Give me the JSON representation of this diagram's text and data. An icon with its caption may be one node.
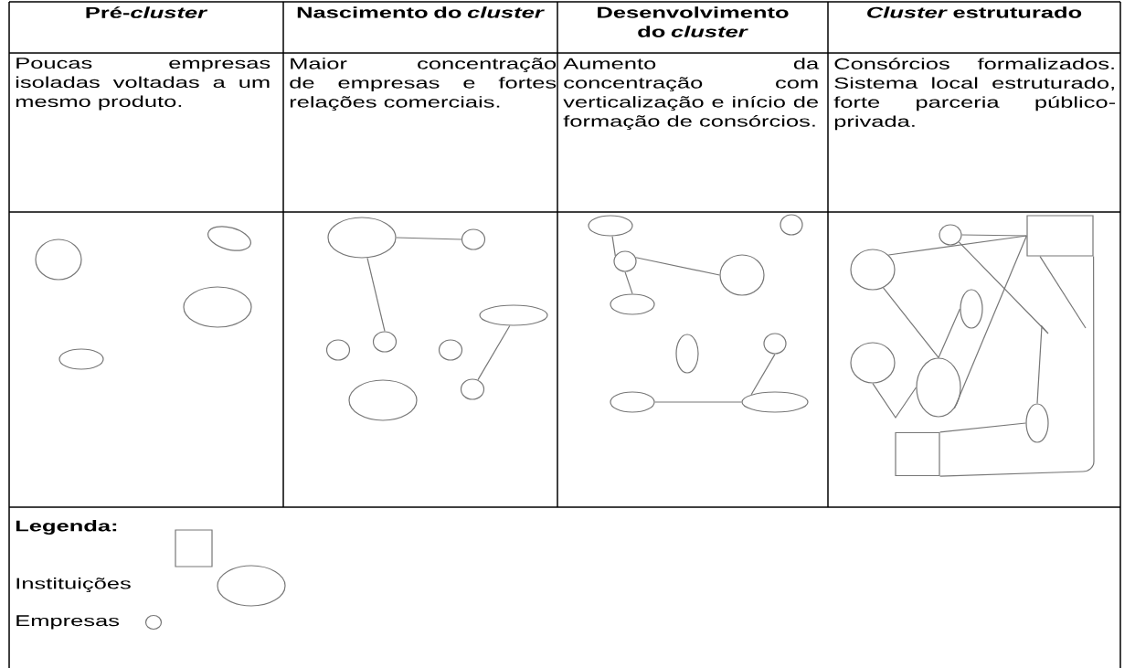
{
  "diagram": {
    "nodes": [
      {
        "text": [],
        "shape": "circle"
      },
      {
        "text": [],
        "shape": "ellipse"
      },
      {
        "text": [],
        "shape": "ellipse"
      },
      {
        "text": [],
        "shape": "ellipse"
      },
      {
        "text": [],
        "shape": "ellipse"
      },
      {
        "text": [],
        "shape": "circle"
      },
      {
        "text": [],
        "shape": "ellipse"
      },
      {
        "text": [],
        "shape": "circle"
      },
      {
        "text": [],
        "shape": "circle"
      },
      {
        "text": [],
        "shape": "circle"
      },
      {
        "text": [],
        "shape": "circle"
      },
      {
        "text": [],
        "shape": "ellipse"
      },
      {
        "text": [],
        "shape": "ellipse"
      },
      {
        "text": [],
        "shape": "circle"
      },
      {
        "text": [],
        "shape": "circle"
      },
      {
        "text": [],
        "shape": "circle"
      },
      {
        "text": [],
        "shape": "ellipse"
      },
      {
        "text": [],
        "shape": "circle"
      },
      {
        "text": [],
        "shape": "ellipse"
      },
      {
        "text": [],
        "shape": "ellipse"
      },
      {
        "text": [],
        "shape": "ellipse"
      },
      {
        "text": [],
        "shape": "circle"
      },
      {
        "text": [],
        "shape": "box"
      },
      {
        "text": [],
        "shape": "circle"
      },
      {
        "text": [],
        "shape": "ellipse"
      },
      {
        "text": [],
        "shape": "circle"
      },
      {
        "text": [],
        "shape": "ellipse"
      },
      {
        "text": [],
        "shape": "ellipse"
      },
      {
        "text": [],
        "shape": "box"
      }
    ],
    "edges": [
      {
        "from": 4,
        "to": 5,
        "arrow": "none"
      },
      {
        "from": 4,
        "to": 8,
        "arrow": "none"
      },
      {
        "from": 6,
        "to": 10,
        "arrow": "none"
      },
      {
        "from": 12,
        "to": 14,
        "arrow": "none"
      },
      {
        "from": 14,
        "to": 15,
        "arrow": "none"
      },
      {
        "from": 14,
        "to": 16,
        "arrow": "none"
      },
      {
        "from": 17,
        "to": 20,
        "arrow": "none"
      },
      {
        "from": 19,
        "to": 20,
        "arrow": "none"
      },
      {
        "from": 21,
        "to": 22,
        "arrow": "none"
      },
      {
        "from": 23,
        "to": 22,
        "arrow": "none"
      },
      {
        "from": 21,
        "to": 27,
        "arrow": "none"
      },
      {
        "from": 22,
        "to": 26,
        "arrow": "none"
      },
      {
        "from": 23,
        "to": 26,
        "arrow": "none"
      },
      {
        "from": 26,
        "to": 24,
        "arrow": "none"
      },
      {
        "from": 25,
        "to": 26,
        "arrow": "none"
      },
      {
        "from": 22,
        "to": null,
        "arrow": "none"
      },
      {
        "from": 28,
        "to": 27,
        "arrow": "none"
      },
      {
        "from": 22,
        "to": 28,
        "arrow": "none"
      }
    ],
    "labels": [
      "Pré-*cluster*",
      "Nascimento do *cluster*",
      "Desenvolvimento do *cluster*",
      "*Cluster* estruturado",
      "Poucas empresas isoladas voltadas a um mesmo produto.",
      "Maior concentração de empresas e fortes relações comerciais.",
      "Aumento da concentração com verticalização e início de formação de consórcios.",
      "Consórcios formalizados. Sistema local estruturado, forte parceria público-privada.",
      "Legenda:"
    ],
    "legend": [
      {
        "text": "Instituições"
      },
      {
        "text": "Empresas"
      }
    ]
  }
}
